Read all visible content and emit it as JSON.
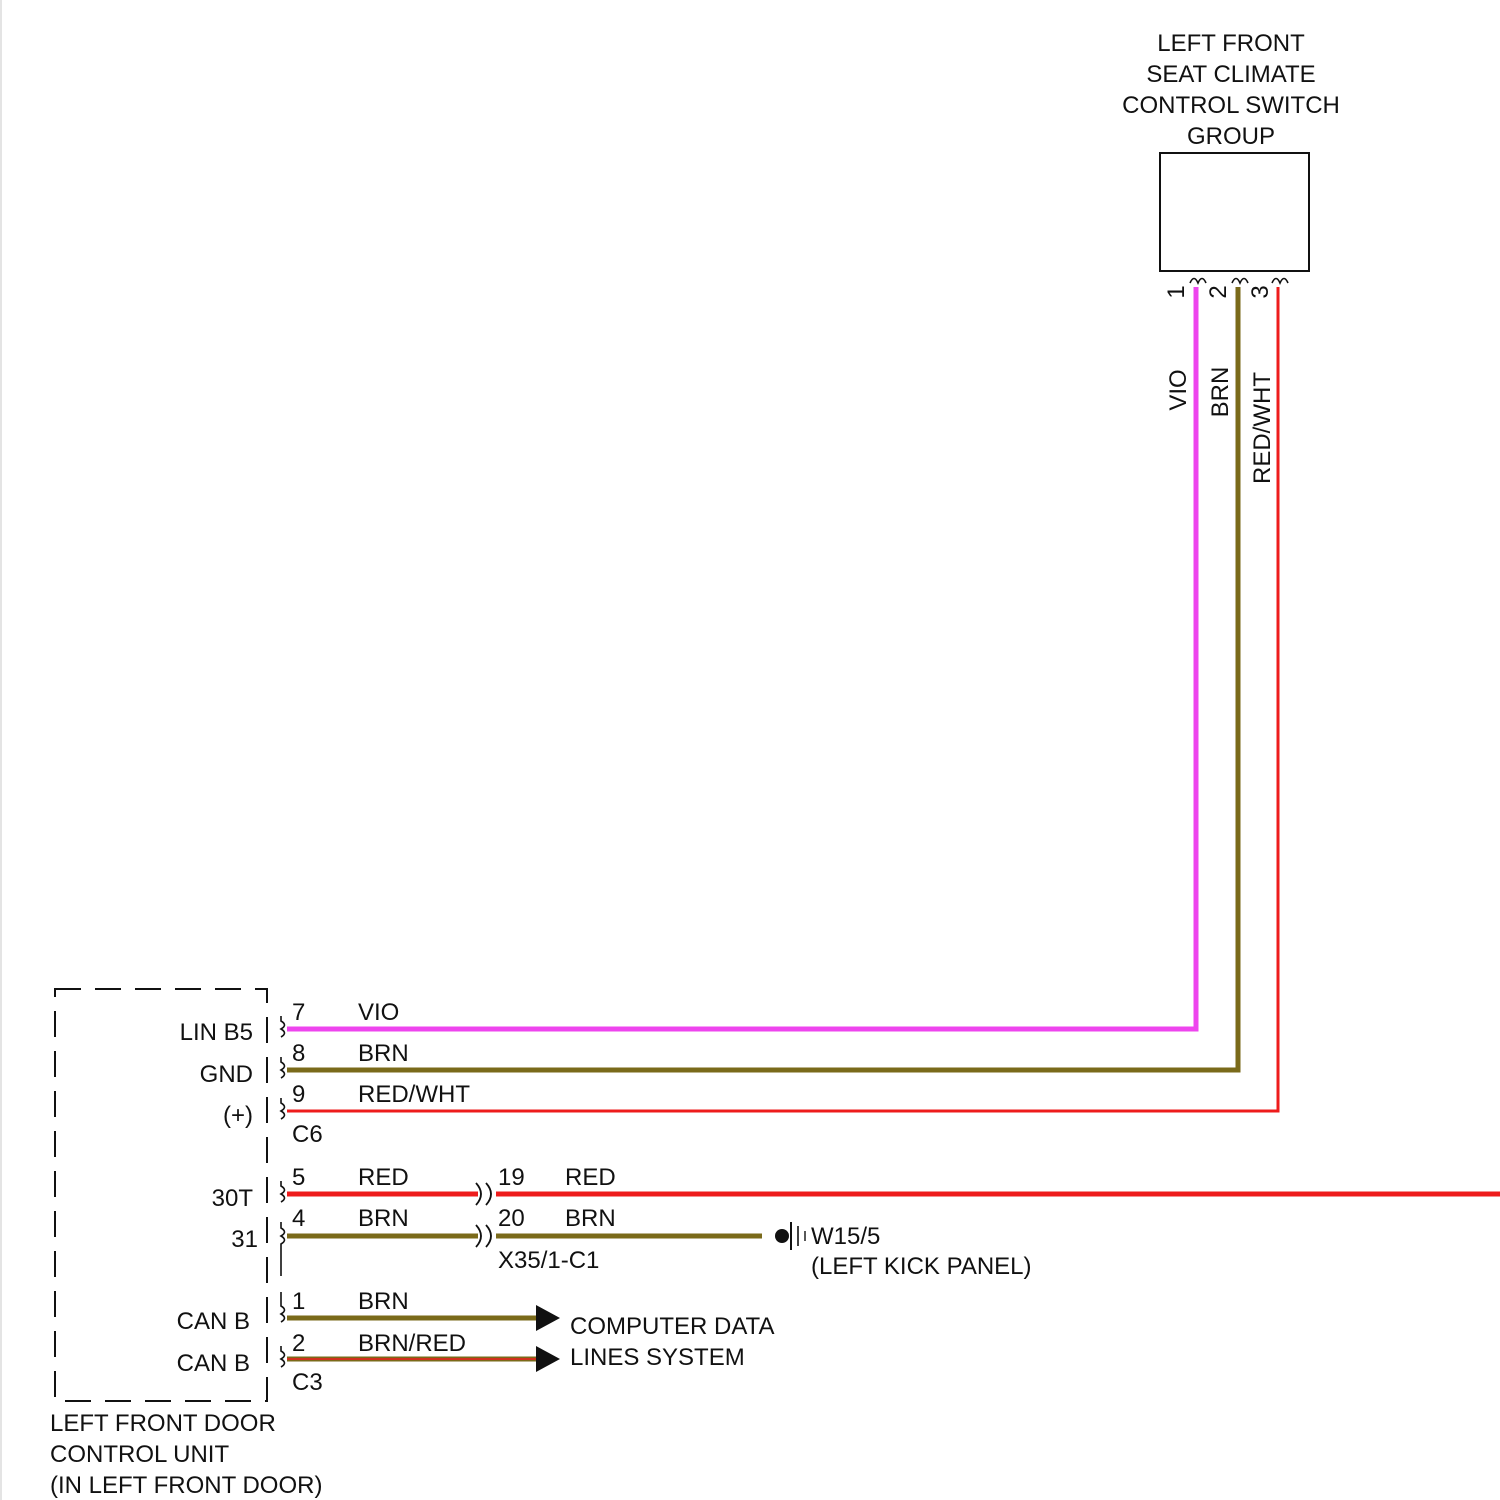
{
  "colors": {
    "violet": "#ee44ee",
    "brown": "#7a6a1a",
    "red": "#ee1c1c",
    "black": "#111111"
  },
  "switch_group": {
    "name_lines": [
      "LEFT FRONT",
      "SEAT CLIMATE",
      "CONTROL SWITCH",
      "GROUP"
    ],
    "pins": [
      "1",
      "2",
      "3"
    ],
    "wire_labels": [
      "VIO",
      "BRN",
      "RED/WHT"
    ]
  },
  "door_unit": {
    "name_lines": [
      "LEFT FRONT DOOR",
      "CONTROL UNIT",
      "(IN LEFT FRONT DOOR)"
    ],
    "signals": [
      "LIN B5",
      "GND",
      "(+)",
      "30T",
      "31",
      "CAN B",
      "CAN B"
    ],
    "connector_c6": "C6",
    "connector_c3": "C3"
  },
  "circuits": [
    {
      "pin": "7",
      "color_label": "VIO"
    },
    {
      "pin": "8",
      "color_label": "BRN"
    },
    {
      "pin": "9",
      "color_label": "RED/WHT"
    },
    {
      "pin": "5",
      "color_label": "RED",
      "inline_pin": "19",
      "inline_color_label": "RED"
    },
    {
      "pin": "4",
      "color_label": "BRN",
      "inline_pin": "20",
      "inline_color_label": "BRN"
    },
    {
      "pin": "1",
      "color_label": "BRN"
    },
    {
      "pin": "2",
      "color_label": "BRN/RED"
    }
  ],
  "inline_connector": "X35/1-C1",
  "ground": {
    "name": "W15/5",
    "location": "(LEFT KICK PANEL)"
  },
  "data_lines": {
    "lines": [
      "COMPUTER DATA",
      "LINES SYSTEM"
    ]
  }
}
